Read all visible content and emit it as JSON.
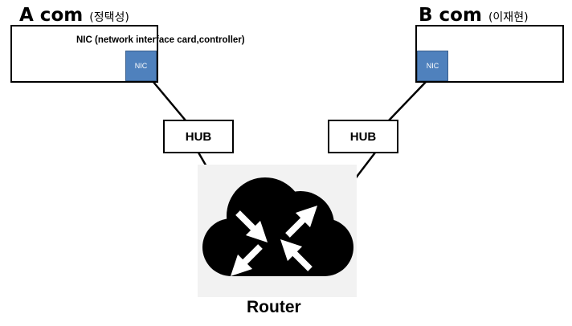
{
  "computers": {
    "a": {
      "name": "A com",
      "owner": "(정택성)",
      "nic_label": "NIC"
    },
    "b": {
      "name": "B com",
      "owner": "(이재현)",
      "nic_label": "NIC"
    }
  },
  "nic_caption": "NIC (network interface card,controller)",
  "hubs": {
    "left_label": "HUB",
    "right_label": "HUB"
  },
  "router": {
    "label": "Router",
    "icon": "router-cloud-icon"
  },
  "colors": {
    "nic_fill": "#4f81bd",
    "router_fill": "#000000",
    "router_tile": "#f2f2f2"
  }
}
